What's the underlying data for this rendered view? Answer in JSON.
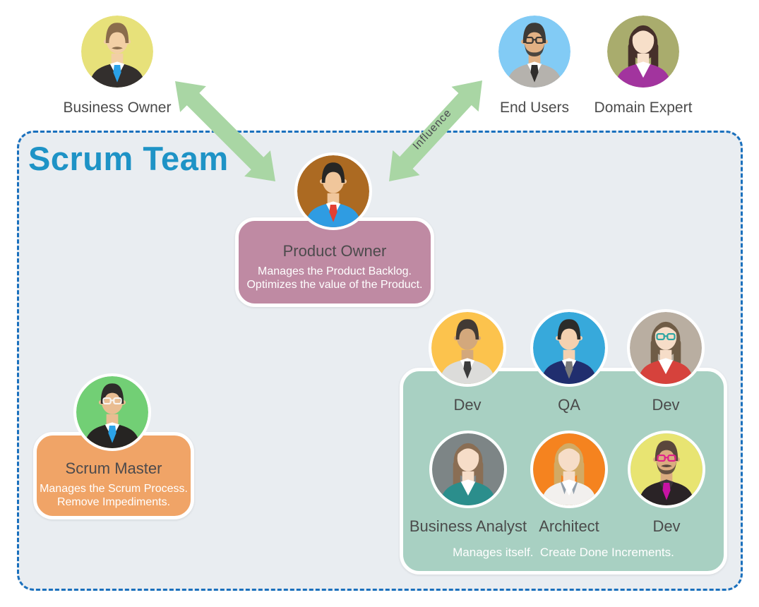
{
  "scrum_team": {
    "title": "Scrum Team",
    "title_color": "#1e93c6",
    "bg": "#e9edf1",
    "border_color": "#1a70bd"
  },
  "text": {
    "label_color": "#4b4b4b",
    "box_title_color": "#4c4a4c",
    "box_body_color": "#ffffff"
  },
  "arrows": {
    "color": "#a9d6a4",
    "influence_label": "Influence",
    "label_color": "#4a4a50"
  },
  "boxes": {
    "product_owner": {
      "title": "Product Owner",
      "line1": "Manages the Product Backlog.",
      "line2": "Optimizes the value of the Product.",
      "bg": "#bf8aa3"
    },
    "scrum_master": {
      "title": "Scrum Master",
      "line1": "Manages the Scrum Process.",
      "line2": "Remove Impediments.",
      "bg": "#f0a467"
    },
    "dev_team": {
      "footer": "Manages itself.  Create Done Increments.",
      "bg": "#a8d0c2"
    }
  },
  "people": {
    "business_owner": {
      "label": "Business Owner",
      "avatar": {
        "bg": "#e7e17a",
        "skin": "#f2cfa5",
        "hair": "#8a6c4c",
        "style": "m",
        "top": "#332f2d",
        "shirt": "#ffffff",
        "tie": "#2aa1e8",
        "mustache": true
      }
    },
    "end_users": {
      "label": "End Users",
      "avatar": {
        "bg": "#82cbf5",
        "skin": "#e2b184",
        "hair": "#3d3a36",
        "style": "m",
        "top": "#b5b2ad",
        "shirt": "#ffffff",
        "tie": "#2f2d2b",
        "glasses": "#3a3734",
        "beard": true
      }
    },
    "domain_expert": {
      "label": "Domain Expert",
      "avatar": {
        "bg": "#a9ac6d",
        "skin": "#f7dfc9",
        "hair": "#46302a",
        "style": "f",
        "top": "#a2349e",
        "shirt": "#ffffff"
      }
    },
    "product_owner": {
      "avatar": {
        "bg": "#ac6a22",
        "skin": "#f0c69b",
        "hair": "#272624",
        "style": "m",
        "top": "#2f9ce2",
        "shirt": "#ffffff",
        "tie": "#e23f33"
      }
    },
    "scrum_master": {
      "avatar": {
        "bg": "#72cf75",
        "skin": "#e9bd92",
        "hair": "#2e2c2a",
        "style": "m",
        "top": "#262422",
        "shirt": "#ffffff",
        "tie": "#2ba3e8",
        "glasses": "#f8f4f0"
      }
    },
    "dev_1": {
      "label": "Dev",
      "avatar": {
        "bg": "#fcc34d",
        "skin": "#d3a87c",
        "hair": "#423a34",
        "style": "m",
        "top": "#dcdcda",
        "shirt": "#ffffff",
        "tie": "#3b3b3b"
      }
    },
    "qa": {
      "label": "QA",
      "avatar": {
        "bg": "#37a9db",
        "skin": "#f4d1b0",
        "hair": "#2c2c2a",
        "style": "m",
        "top": "#202e6e",
        "shirt": "#ffffff",
        "tie": "#7b7b7b"
      }
    },
    "dev_2": {
      "label": "Dev",
      "avatar": {
        "bg": "#b9aea1",
        "skin": "#f6ddc8",
        "hair": "#6f5c46",
        "style": "f",
        "top": "#d6423c",
        "shirt": "#ffffff",
        "glasses": "#2ba5a2"
      }
    },
    "business_analyst": {
      "label": "Business Analyst",
      "avatar": {
        "bg": "#7d8586",
        "skin": "#f6ddc8",
        "hair": "#8a6e54",
        "style": "f",
        "top": "#2b8e8c",
        "shirt": "#ffffff"
      }
    },
    "architect": {
      "label": "Architect",
      "avatar": {
        "bg": "#f5831f",
        "skin": "#f6ddc8",
        "hair": "#d2aa64",
        "style": "f",
        "top": "#f2f0ee",
        "top2": "#93a0ac",
        "shirt": "#ffffff"
      }
    },
    "dev_3": {
      "label": "Dev",
      "avatar": {
        "bg": "#e8e472",
        "skin": "#dbab80",
        "hair": "#5a473c",
        "style": "m",
        "top": "#2a2326",
        "shirt": "#3b3339",
        "tie": "#c813a3",
        "glasses": "#e0218a",
        "beard": true,
        "mustache": true
      }
    }
  }
}
